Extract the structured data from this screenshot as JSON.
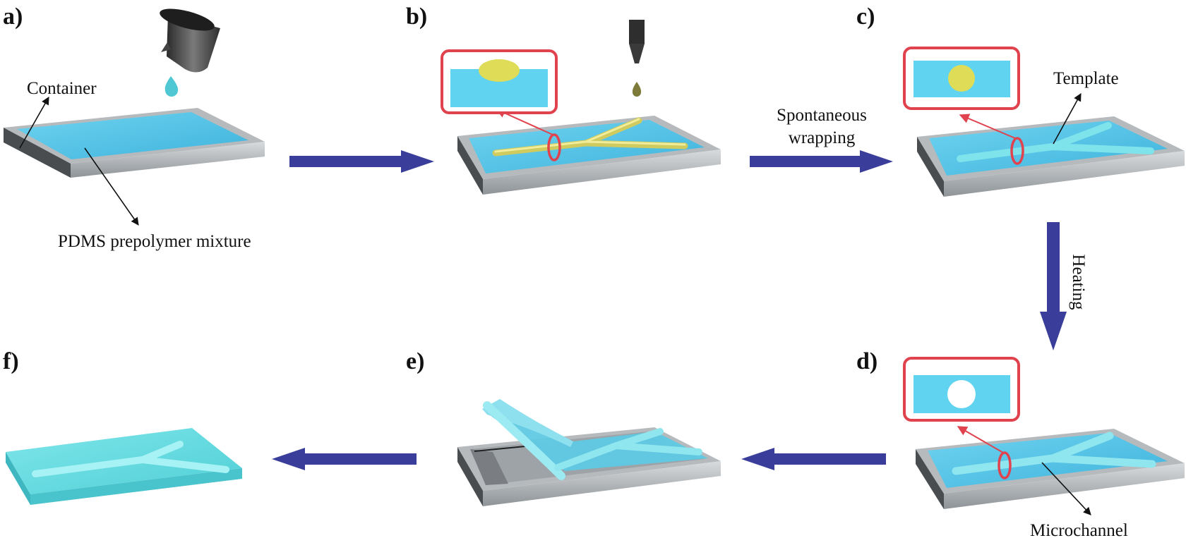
{
  "panels": {
    "a": "a)",
    "b": "b)",
    "c": "c)",
    "d": "d)",
    "e": "e)",
    "f": "f)"
  },
  "annotations": {
    "container": "Container",
    "pdms": "PDMS prepolymer mixture",
    "template": "Template",
    "microchannel": "Microchannel"
  },
  "steps": {
    "b_to_c_line1": "Spontaneous",
    "b_to_c_line2": "wrapping",
    "c_to_d": "Heating"
  },
  "colors": {
    "liquid": "#4fc3e6",
    "tray_frame": "#a7acb0",
    "template": "#e3e07a",
    "inset_border": "#e0424e",
    "arrow": "#3a3e9a",
    "cured_pdms": "#5fd9de"
  }
}
